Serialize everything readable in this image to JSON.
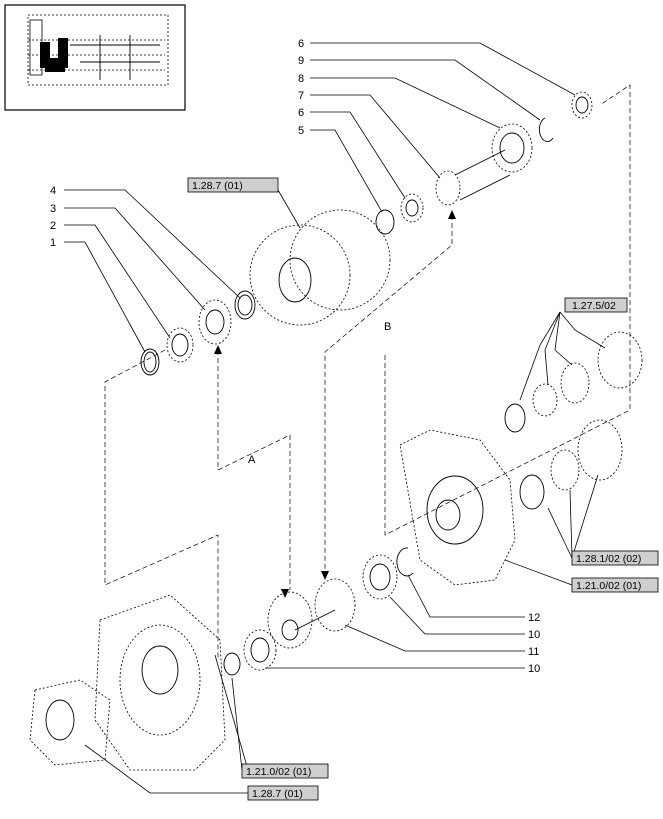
{
  "labels": {
    "l1": "1",
    "l2": "2",
    "l3": "3",
    "l4": "4",
    "l5": "5",
    "l6a": "6",
    "l7": "7",
    "l8": "8",
    "l9": "9",
    "l6b": "6",
    "l10a": "10",
    "l11": "11",
    "l10b": "10",
    "l12": "12",
    "routeA": "A",
    "routeB": "B"
  },
  "refs": {
    "r1": "1.28.7 (01)",
    "r2": "1.27.5/02",
    "r3": "1.28.1/02 (02)",
    "r4": "1.21.0/02 (01)",
    "r5": "1.21.0/02 (01)",
    "r6": "1.28.7 (01)"
  }
}
